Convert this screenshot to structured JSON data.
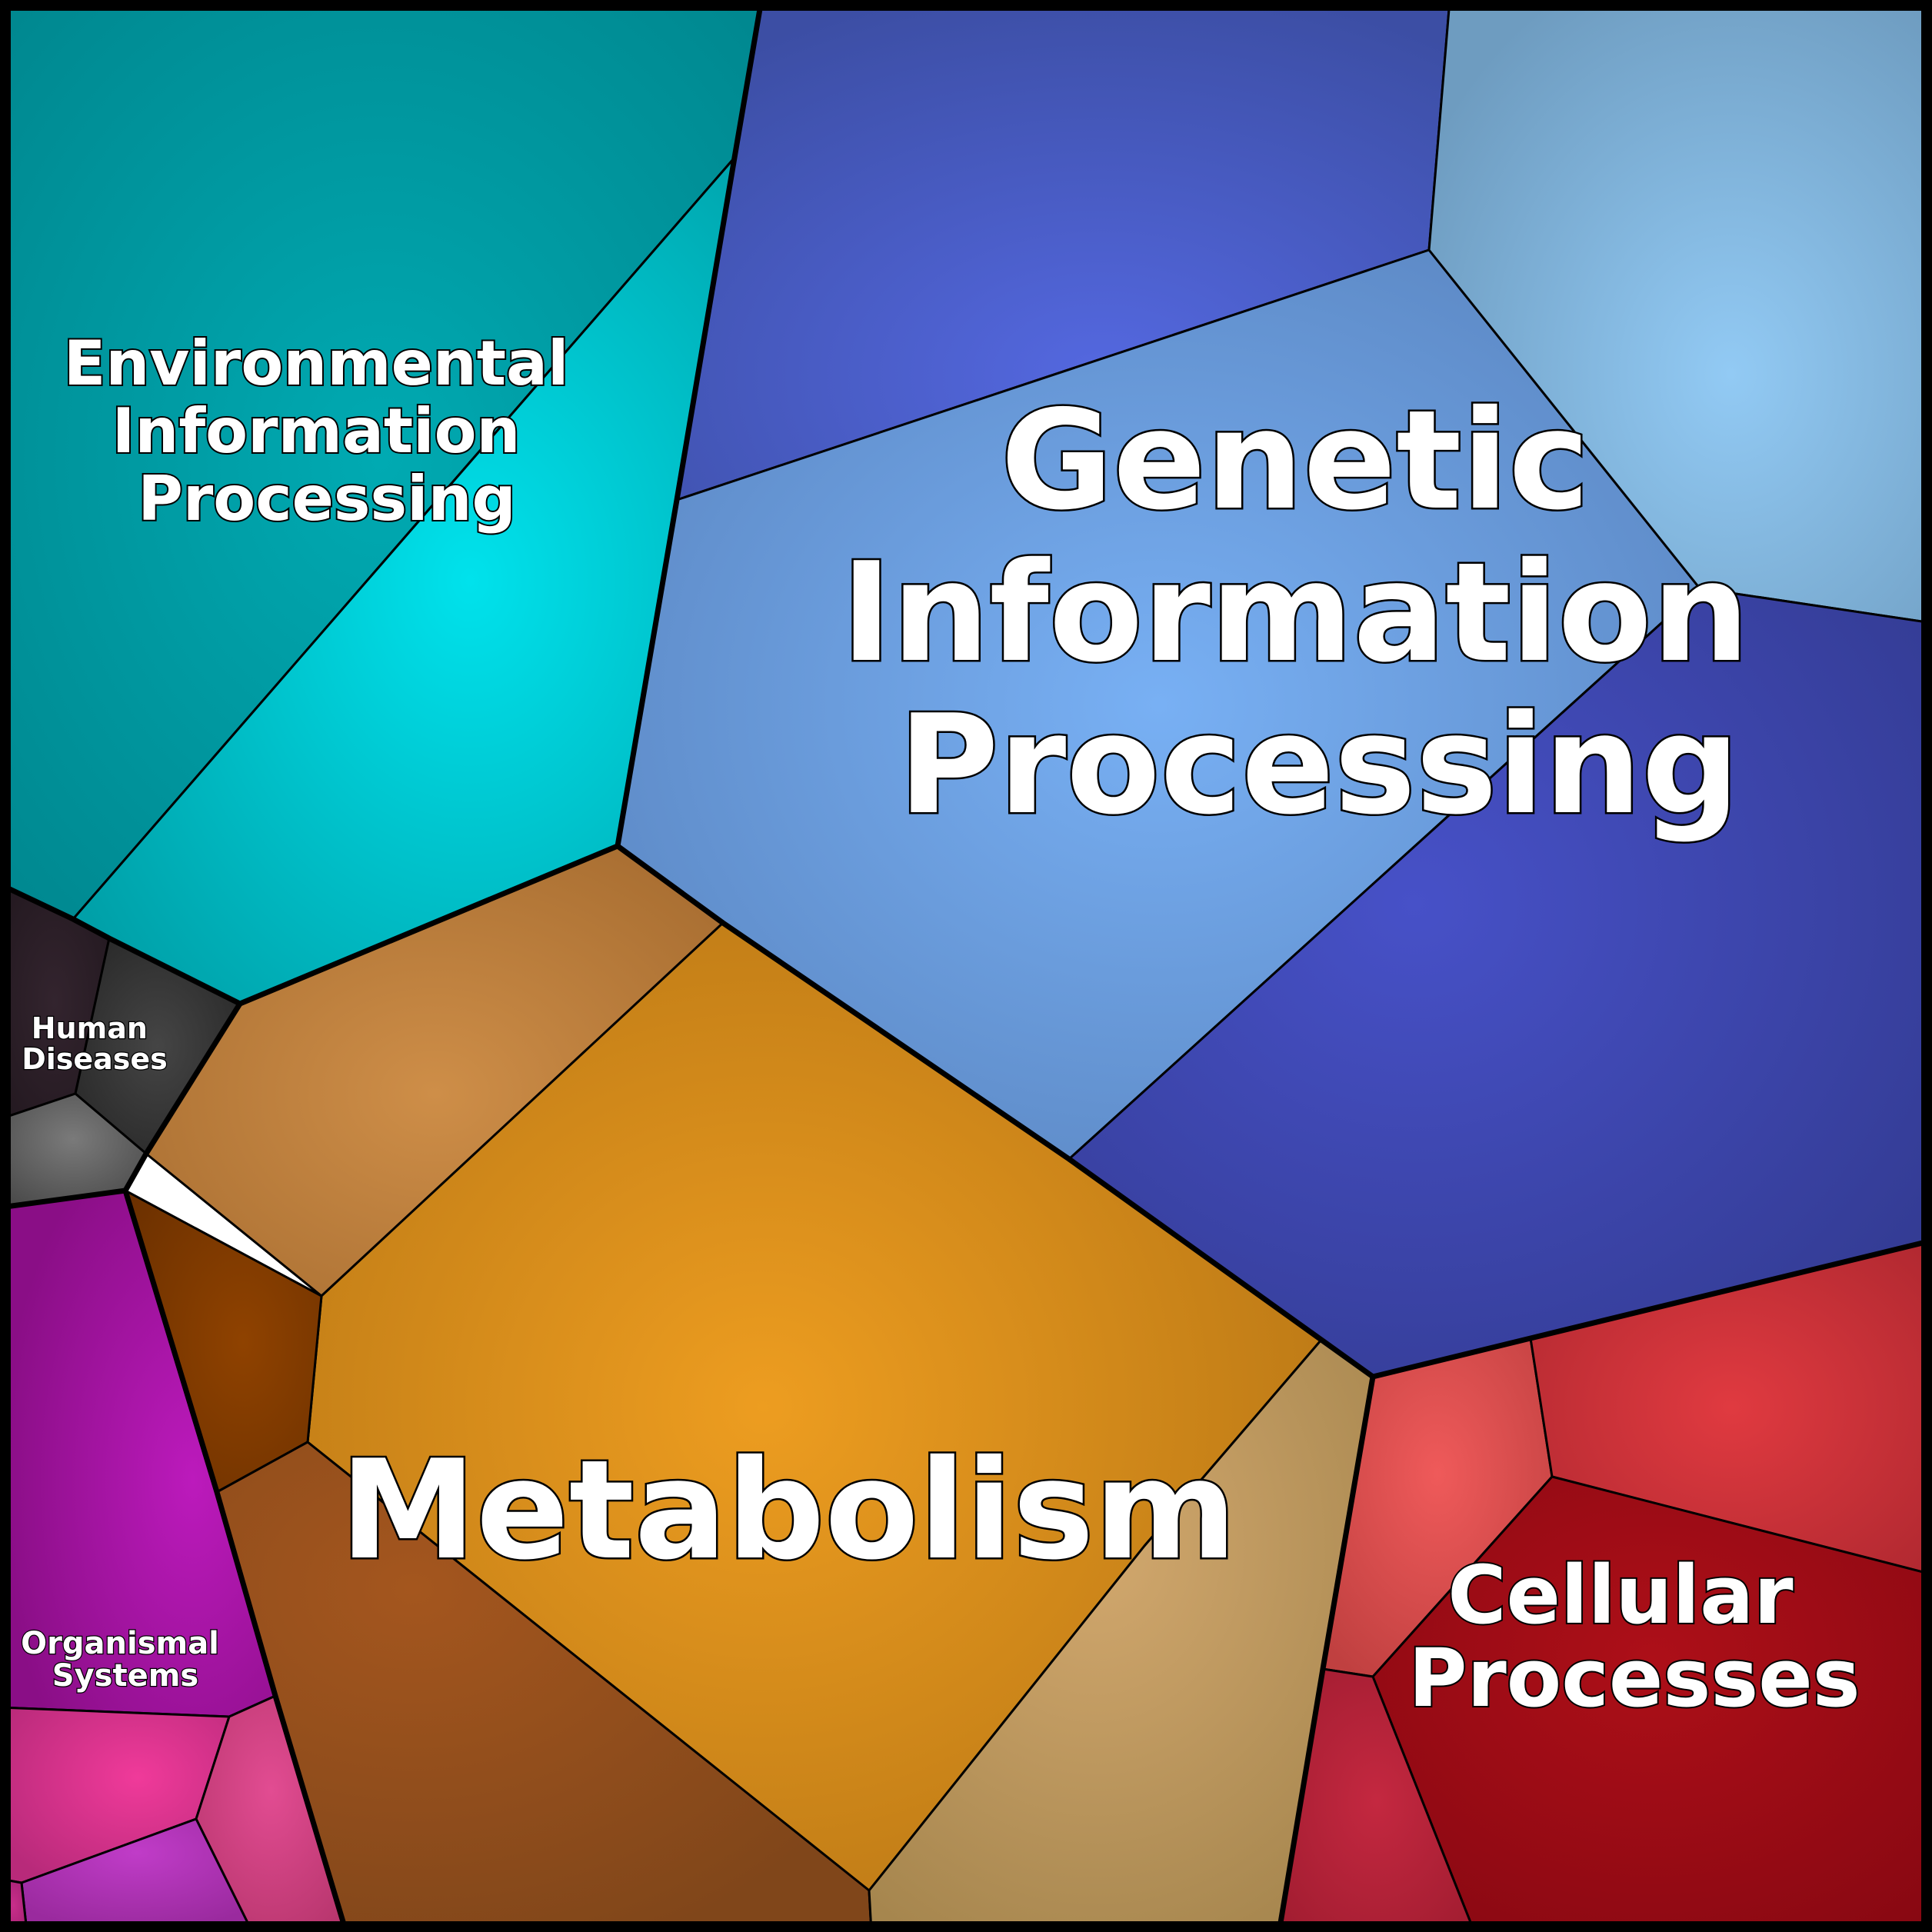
{
  "title": "",
  "categories": [
    {
      "id": "genetic",
      "label_lines": [
        "Genetic",
        "Information",
        "Processing"
      ],
      "label_color": "#ffffff",
      "colors": [
        "#4f68d6",
        "#74a9ee",
        "#8ec6f2",
        "#3f4aa8"
      ]
    },
    {
      "id": "environmental",
      "label_lines": [
        "Environmental",
        "Information",
        "Processing"
      ],
      "label_color": "#ffffff",
      "colors": [
        "#00a4ab",
        "#00dde6"
      ]
    },
    {
      "id": "metabolism",
      "label_lines": [
        "Metabolism"
      ],
      "label_color": "#ffffff",
      "colors": [
        "#e8991f",
        "#c7884a",
        "#8a3d00",
        "#9a5020",
        "#c9a06a"
      ]
    },
    {
      "id": "cellular",
      "label_lines": [
        "Cellular",
        "Processes"
      ],
      "label_color": "#ffffff",
      "colors": [
        "#a50e17",
        "#d9363e",
        "#e85455",
        "#c22538"
      ]
    },
    {
      "id": "human-diseases",
      "label_lines": [
        "Human",
        "Diseases"
      ],
      "label_color": "#ffffff",
      "colors": [
        "#3a3a3a",
        "#2a1f28",
        "#6a6a6a"
      ]
    },
    {
      "id": "organismal",
      "label_lines": [
        "Organismal",
        "Systems"
      ],
      "label_color": "#ffffff",
      "colors": [
        "#b41ab6",
        "#e8359a",
        "#d94a8e",
        "#b83ac8",
        "#c02a88"
      ]
    }
  ]
}
